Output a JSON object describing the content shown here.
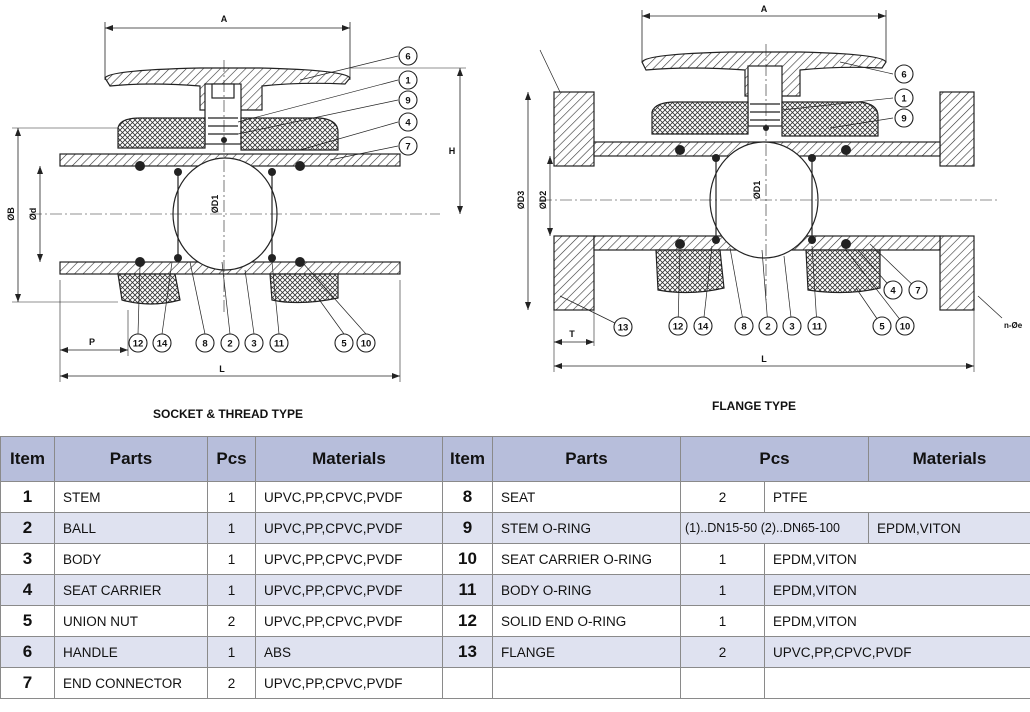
{
  "drawing": {
    "left_view": {
      "title": "SOCKET & THREAD TYPE",
      "dimensions": {
        "A": "A",
        "H": "H",
        "D": "ØB",
        "d": "Ød",
        "D1": "ØD1",
        "P": "P",
        "L": "L"
      },
      "callouts": [
        "6",
        "1",
        "9",
        "4",
        "7",
        "12",
        "14",
        "8",
        "2",
        "3",
        "11",
        "5",
        "10"
      ]
    },
    "right_view": {
      "title": "FLANGE TYPE",
      "dimensions": {
        "A": "A",
        "D3": "ØD3",
        "D2": "ØD2",
        "D1": "ØD1",
        "T": "T",
        "L": "L",
        "n": "n-Øe"
      },
      "callouts": [
        "6",
        "1",
        "9",
        "4",
        "7",
        "13",
        "12",
        "14",
        "8",
        "2",
        "3",
        "11",
        "5",
        "10"
      ]
    }
  },
  "table": {
    "headers": {
      "item": "Item",
      "parts": "Parts",
      "pcs": "Pcs",
      "materials": "Materials"
    },
    "left": [
      {
        "item": "1",
        "part": "STEM",
        "pcs": "1",
        "material": "UPVC,PP,CPVC,PVDF"
      },
      {
        "item": "2",
        "part": "BALL",
        "pcs": "1",
        "material": "UPVC,PP,CPVC,PVDF"
      },
      {
        "item": "3",
        "part": "BODY",
        "pcs": "1",
        "material": "UPVC,PP,CPVC,PVDF"
      },
      {
        "item": "4",
        "part": "SEAT CARRIER",
        "pcs": "1",
        "material": "UPVC,PP,CPVC,PVDF"
      },
      {
        "item": "5",
        "part": "UNION NUT",
        "pcs": "2",
        "material": "UPVC,PP,CPVC,PVDF"
      },
      {
        "item": "6",
        "part": "HANDLE",
        "pcs": "1",
        "material": "ABS"
      },
      {
        "item": "7",
        "part": "END CONNECTOR",
        "pcs": "2",
        "material": "UPVC,PP,CPVC,PVDF"
      }
    ],
    "right": [
      {
        "item": "8",
        "part": "SEAT",
        "pcs": "2",
        "material": "PTFE"
      },
      {
        "item": "9",
        "part": "STEM O-RING",
        "pcs": "(1)..DN15-50  (2)..DN65-100",
        "material": "EPDM,VITON"
      },
      {
        "item": "10",
        "part": "SEAT CARRIER O-RING",
        "pcs": "1",
        "material": "EPDM,VITON"
      },
      {
        "item": "11",
        "part": "BODY O-RING",
        "pcs": "1",
        "material": "EPDM,VITON"
      },
      {
        "item": "12",
        "part": "SOLID END O-RING",
        "pcs": "1",
        "material": "EPDM,VITON"
      },
      {
        "item": "13",
        "part": "FLANGE",
        "pcs": "2",
        "material": "UPVC,PP,CPVC,PVDF"
      }
    ]
  }
}
